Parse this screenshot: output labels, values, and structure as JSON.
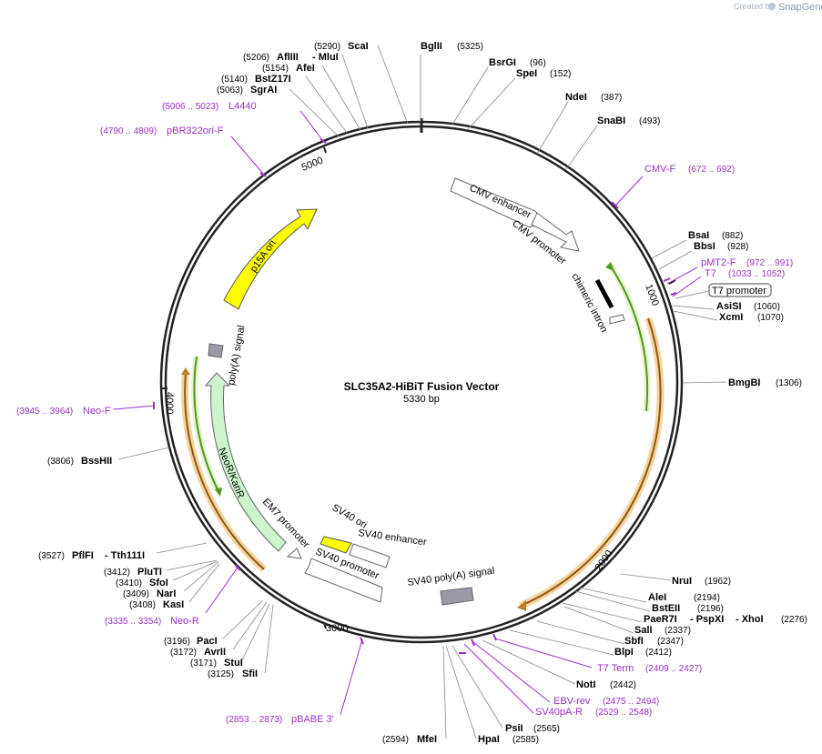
{
  "brand": {
    "created_by": "Created by",
    "name": "SnapGene"
  },
  "map": {
    "name": "SLC35A2-HiBiT Fusion Vector",
    "length_label": "5330 bp",
    "total_bp": 5330
  },
  "tick_labels": [
    {
      "bp": 1000,
      "label": "1000"
    },
    {
      "bp": 2000,
      "label": "2000"
    },
    {
      "bp": 3000,
      "label": "3000"
    },
    {
      "bp": 4000,
      "label": "4000"
    },
    {
      "bp": 5000,
      "label": "5000"
    }
  ],
  "enzymes": [
    {
      "name": "BglII",
      "pos": "(5325)"
    },
    {
      "name": "BsrGI",
      "pos": "(96)"
    },
    {
      "name": "SpeI",
      "pos": "(152)"
    },
    {
      "name": "NdeI",
      "pos": "(387)"
    },
    {
      "name": "SnaBI",
      "pos": "(493)"
    },
    {
      "name": "BsaI",
      "pos": "(882)"
    },
    {
      "name": "BbsI",
      "pos": "(928)"
    },
    {
      "name": "AsiSI",
      "pos": "(1060)"
    },
    {
      "name": "XcmI",
      "pos": "(1070)"
    },
    {
      "name": "BmgBI",
      "pos": "(1306)"
    },
    {
      "name": "NruI",
      "pos": "(1962)"
    },
    {
      "name": "AleI",
      "pos": "(2194)"
    },
    {
      "name": "BstEII",
      "pos": "(2196)"
    },
    {
      "name": "PaeR7I",
      "pos": ""
    },
    {
      "name": "- PspXI",
      "pos": ""
    },
    {
      "name": "- XhoI",
      "pos": "(2276)"
    },
    {
      "name": "SalI",
      "pos": "(2337)"
    },
    {
      "name": "SbfI",
      "pos": "(2347)"
    },
    {
      "name": "BlpI",
      "pos": "(2412)"
    },
    {
      "name": "NotI",
      "pos": "(2442)"
    },
    {
      "name": "PsiI",
      "pos": "(2565)"
    },
    {
      "name": "HpaI",
      "pos": "(2585)"
    },
    {
      "name": "MfeI",
      "pos": "(2594)"
    },
    {
      "name": "SfiI",
      "pos": "(3125)"
    },
    {
      "name": "StuI",
      "pos": "(3171)"
    },
    {
      "name": "AvrII",
      "pos": "(3172)"
    },
    {
      "name": "PacI",
      "pos": "(3196)"
    },
    {
      "name": "KasI",
      "pos": "(3408)"
    },
    {
      "name": "NarI",
      "pos": "(3409)"
    },
    {
      "name": "SfoI",
      "pos": "(3410)"
    },
    {
      "name": "PluTI",
      "pos": "(3412)"
    },
    {
      "name": "PflFI",
      "pos": "(3527)"
    },
    {
      "name": "- Tth111I",
      "pos": ""
    },
    {
      "name": "BssHII",
      "pos": "(3806)"
    },
    {
      "name": "SgrAI",
      "pos": "(5063)"
    },
    {
      "name": "BstZ17I",
      "pos": "(5140)"
    },
    {
      "name": "AfeI",
      "pos": "(5154)"
    },
    {
      "name": "AflIII",
      "pos": "(5206)"
    },
    {
      "name": "- MluI",
      "pos": ""
    },
    {
      "name": "ScaI",
      "pos": "(5290)"
    }
  ],
  "primers": [
    {
      "name": "CMV-F",
      "range": "(672 .. 692)"
    },
    {
      "name": "pMT2-F",
      "range": "(972 .. 991)"
    },
    {
      "name": "T7",
      "range": "(1033 .. 1052)"
    },
    {
      "name": "T7 Term",
      "range": "(2409 .. 2427)"
    },
    {
      "name": "EBV-rev",
      "range": "(2475 .. 2494)"
    },
    {
      "name": "SV40pA-R",
      "range": "(2529 .. 2548)"
    },
    {
      "name": "pBABE 3'",
      "range": "(2853 .. 2873)"
    },
    {
      "name": "Neo-R",
      "range": "(3335 .. 3354)"
    },
    {
      "name": "Neo-F",
      "range": "(3945 .. 3964)"
    },
    {
      "name": "pBR322ori-F",
      "range": "(4790 .. 4809)"
    },
    {
      "name": "L4440",
      "range": "(5006 .. 5023)"
    }
  ],
  "features": [
    {
      "name": "CMV enhancer"
    },
    {
      "name": "CMV promoter"
    },
    {
      "name": "chimeric intron"
    },
    {
      "name": "T7 promoter"
    },
    {
      "name": "SV40 poly(A) signal"
    },
    {
      "name": "SV40 ori"
    },
    {
      "name": "SV40 enhancer"
    },
    {
      "name": "SV40 promoter"
    },
    {
      "name": "EM7 promoter"
    },
    {
      "name": "NeoR/KanR"
    },
    {
      "name": "poly(A) signal"
    },
    {
      "name": "p15A ori"
    }
  ],
  "colors": {
    "backbone": "#222222",
    "primer": "#9b30c9",
    "orf_orange": "#f0a030",
    "orf_green": "#4a9a1a",
    "ori_yellow": "#ffff00",
    "marker_green": "#ccf5cc",
    "polyA_gray": "#999aa6",
    "promoter_white": "#ffffff"
  }
}
